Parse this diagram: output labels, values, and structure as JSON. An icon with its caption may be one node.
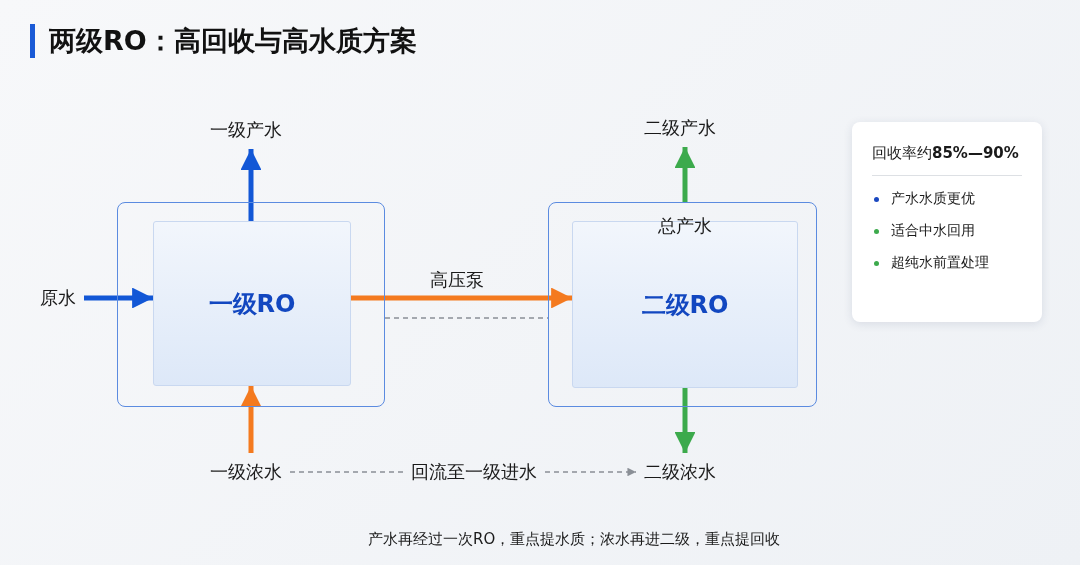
{
  "diagram": {
    "title": "两级RO：高回收与高水质方案",
    "caption": "产水再经过一次RO，重点提水质；浓水再进二级，重点提回收",
    "nodes": [
      {
        "text": [],
        "shape": "box"
      },
      {
        "text": [
          "一级RO"
        ],
        "in": 0
      },
      {
        "text": [],
        "shape": "box"
      },
      {
        "text": [
          "总产水",
          "二级RO"
        ],
        "in": 2
      },
      {
        "text": [
          "原水"
        ]
      },
      {
        "text": [
          "一级产水"
        ]
      },
      {
        "text": [
          "一级浓水"
        ]
      },
      {
        "text": [
          "二级产水"
        ]
      },
      {
        "text": [
          "二级浓水"
        ]
      },
      {
        "text": [
          "回流至一级进水"
        ]
      },
      {
        "text": [
          "回收率约**85%—90%**",
          "产水水质更优",
          "适合中水回用",
          "超纯水前置处理"
        ]
      }
    ],
    "edges": [
      {
        "from": 4,
        "to": 1,
        "arrow": "to",
        "color": "#1257d6"
      },
      {
        "from": 1,
        "to": 5,
        "arrow": "to",
        "color": "#1257d6"
      },
      {
        "from": 6,
        "to": 1,
        "arrow": "to",
        "color": "#f47a1f"
      },
      {
        "from": 1,
        "to": 3,
        "arrow": "to",
        "label": "高压泵",
        "color": "#f47a1f"
      },
      {
        "from": 0,
        "to": 2,
        "arrow": "none",
        "style": "dashed",
        "color": "#8a8f96"
      },
      {
        "from": 2,
        "to": 7,
        "arrow": "to",
        "color": "#3caa4c"
      },
      {
        "from": 3,
        "to": 8,
        "arrow": "to",
        "color": "#3caa4c"
      },
      {
        "from": 6,
        "to": 9,
        "arrow": "none",
        "style": "dashed",
        "color": "#8a8f96"
      },
      {
        "from": 9,
        "to": 8,
        "arrow": "to",
        "style": "dashed",
        "color": "#8a8f96"
      }
    ]
  }
}
